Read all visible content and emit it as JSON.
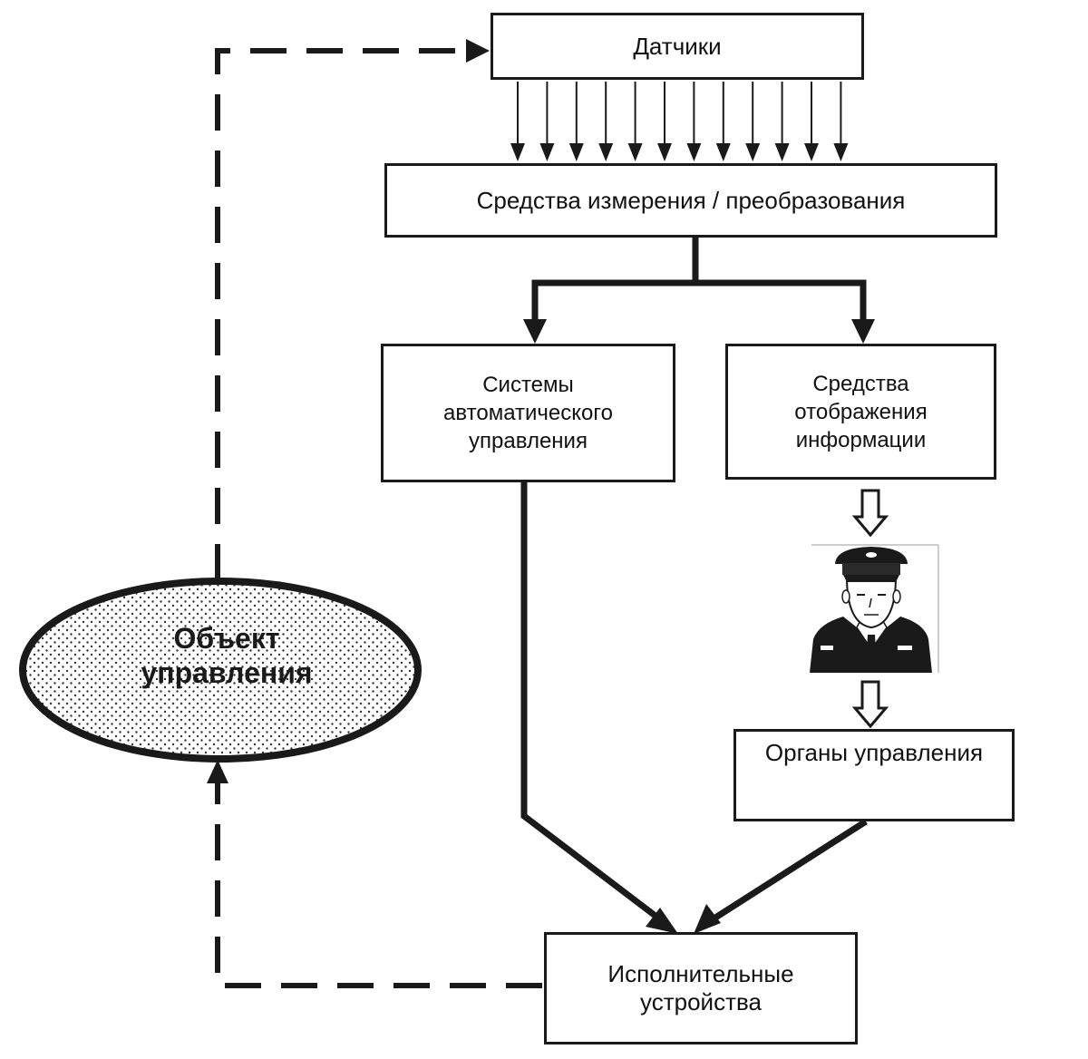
{
  "blocks": {
    "sensors": "Датчики",
    "measurement": "Средства измерения / преобразования",
    "automatic_control": "Системы\nавтоматического\nуправления",
    "information_display": "Средства\nотображения\nинформации",
    "operator": "pilot-figure",
    "control_organs": "Органы управления",
    "actuators": "Исполнительные\nустройства",
    "control_object": "Объект\nуправления"
  },
  "colors": {
    "line": "#1a1a1a",
    "ellipse_fill": "#f4f4f4",
    "background": "#ffffff"
  }
}
